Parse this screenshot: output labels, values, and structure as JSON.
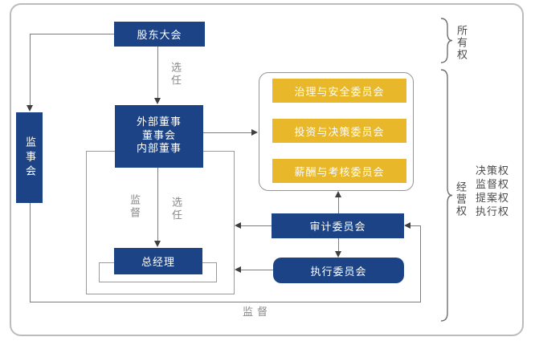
{
  "nodes": {
    "shareholders": "股东大会",
    "supervisory_board": "监事会",
    "board_lines": [
      "外部董事",
      "董事会",
      "内部董事"
    ],
    "general_manager": "总经理",
    "committee_governance_safety": "治理与安全委员会",
    "committee_investment_decision": "投资与决策委员会",
    "committee_compensation_assessment": "薪酬与考核委员会",
    "audit_committee": "审计委员会",
    "executive_committee": "执行委员会"
  },
  "edge_labels": {
    "appoint_top": "选任",
    "supervise_mid": "监督",
    "appoint_mid": "选任",
    "supervise_bottom": "监督"
  },
  "right_panel": {
    "ownership": "所有权",
    "management_right": "经营权",
    "rights": [
      "决策权",
      "监督权",
      "提案权",
      "执行权"
    ]
  },
  "colors": {
    "node_blue": "#1c4385",
    "node_yellow": "#e9b82a",
    "connector_line": "#7d7d7d",
    "arrowhead": "#3f3f3f",
    "edge_label_gray": "#8a8a8a",
    "right_text_dark": "#4c4c4c",
    "frame_border": "#bcbcbc"
  }
}
